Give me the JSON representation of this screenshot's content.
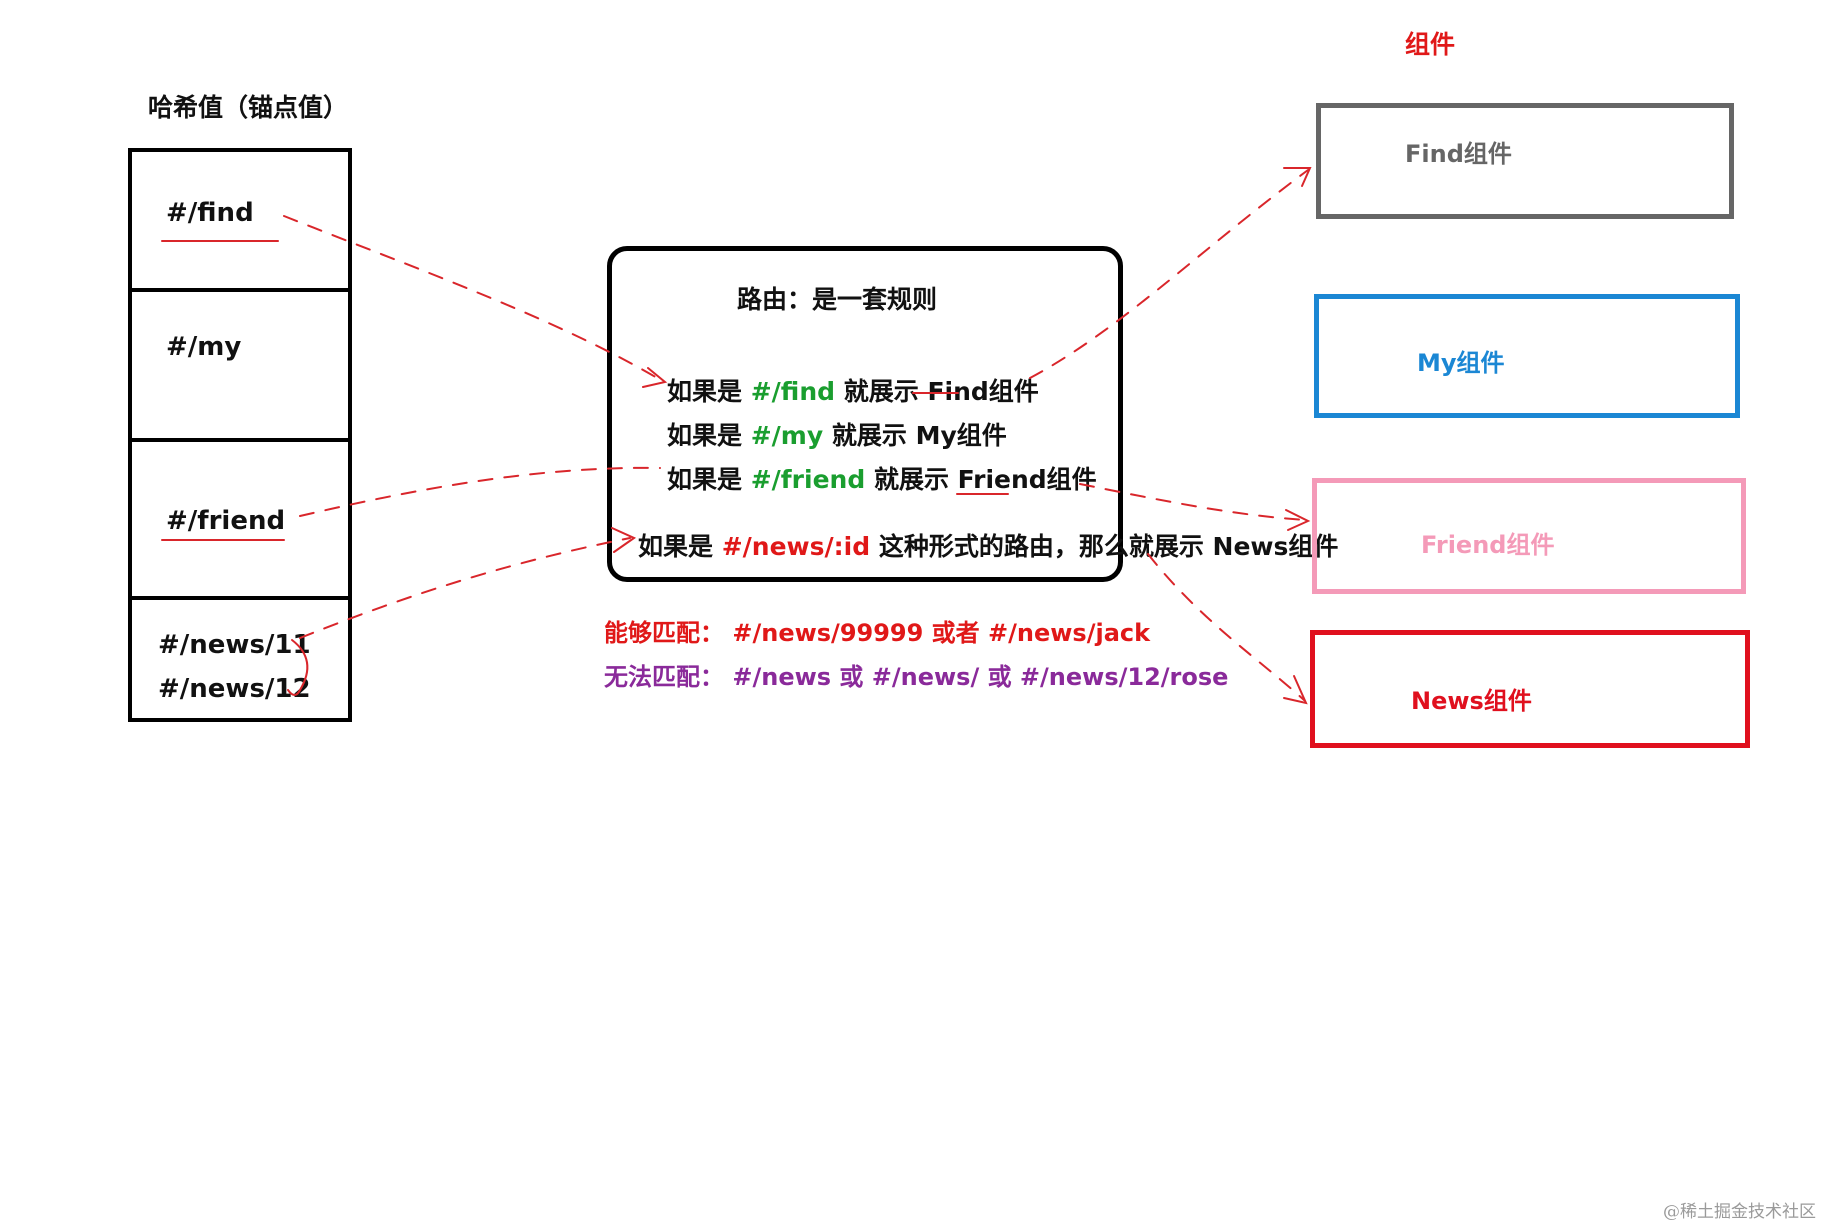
{
  "hash_column": {
    "title": "哈希值（锚点值）",
    "cells": [
      {
        "text": "#/find"
      },
      {
        "text": "#/my"
      },
      {
        "text": "#/friend"
      },
      {
        "text": "#/news/11",
        "text2": "#/news/12"
      }
    ]
  },
  "router": {
    "title": "路由：是一套规则",
    "rules": [
      {
        "prefix": "如果是 ",
        "hash": "#/find",
        "suffix": " 就展示 Find组件",
        "hash_color": "#1a9e2f"
      },
      {
        "prefix": "如果是 ",
        "hash": "#/my",
        "suffix": " 就展示 My组件",
        "hash_color": "#1a9e2f"
      },
      {
        "prefix": "如果是 ",
        "hash": "#/friend",
        "suffix": " 就展示 Friend组件",
        "hash_color": "#1a9e2f"
      },
      {
        "prefix": "如果是 ",
        "hash": "#/news/:id",
        "suffix": " 这种形式的路由，那么就展示 News组件",
        "hash_color": "#e01818"
      }
    ]
  },
  "notes": {
    "match": "能够匹配： #/news/99999 或者 #/news/jack",
    "no_match": "无法匹配： #/news 或 #/news/ 或 #/news/12/rose"
  },
  "components": {
    "heading": "组件",
    "items": [
      {
        "label": "Find组件",
        "color": "#666666"
      },
      {
        "label": "My组件",
        "color": "#1b87d4"
      },
      {
        "label": "Friend组件",
        "color": "#f49ab8"
      },
      {
        "label": "News组件",
        "color": "#e0101e"
      }
    ]
  },
  "colors": {
    "arrow": "#d9262b",
    "match_text": "#e01818",
    "no_match_text": "#8a2a9a"
  },
  "watermark": "@稀土掘金技术社区"
}
